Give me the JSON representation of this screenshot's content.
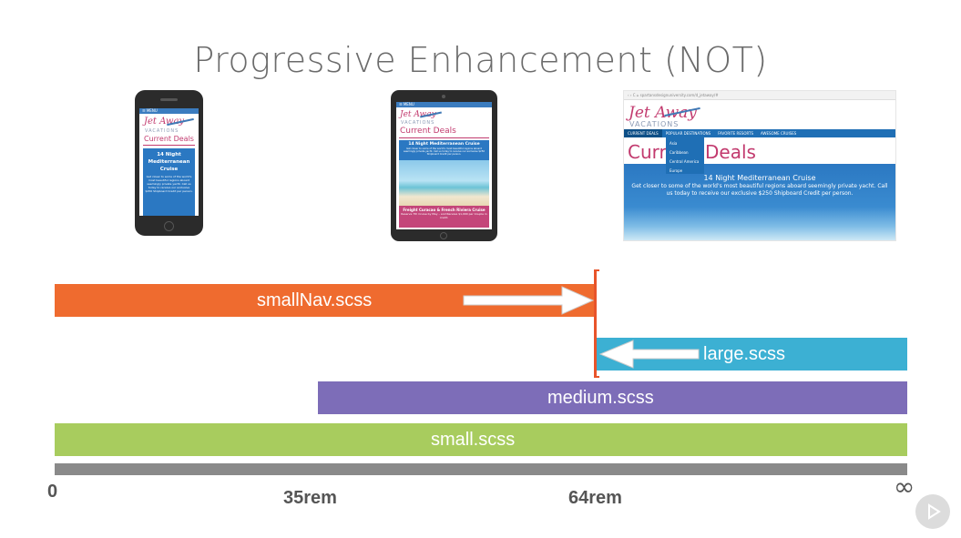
{
  "title": "Progressive Enhancement (NOT)",
  "phone": {
    "topbar": "☰ MENU",
    "logo": "Jet Away",
    "logo_sub": "VACATIONS",
    "heading": "Current Deals",
    "box_title": "14 Night Mediterranean Cruise",
    "box_text": "Get closer to some of the world's most beautiful regions aboard seemingly private yacht. Call us today to receive our exclusive $250 Shipboard Credit per person."
  },
  "tablet": {
    "topbar": "☰ MENU",
    "logo": "Jet Away",
    "logo_sub": "VACATIONS",
    "heading": "Current Deals",
    "box_title": "14 Night Mediterranean Cruise",
    "box_text": "Get closer to some of the world's most beautiful regions aboard seemingly private yacht. Call us today to receive our exclusive $250 Shipboard Credit per person.",
    "pink_title": "Freight Curacao & French Riviera Cruise",
    "pink_text": "Reserve 7th Cruise by May – and Receive $1,000 per Couple in credit."
  },
  "desktop": {
    "url": "spartansdesignuniversity.com/d_jetaway/#",
    "logo": "Jet Away",
    "logo_sub": "VACATIONS",
    "nav": [
      "CURRENT DEALS",
      "POPULAR DESTINATIONS",
      "FAVORITE RESORTS",
      "AWESOME CRUISES"
    ],
    "dropdown": [
      "Asia",
      "Caribbean",
      "Central America",
      "Europe"
    ],
    "heading_left": "Curr",
    "heading_right": "Deals",
    "box_title": "14 Night Mediterranean Cruise",
    "box_text": "Get closer to some of the world's most beautiful regions aboard seemingly private yacht. Call us today to receive our exclusive $250 Shipboard Credit per person."
  },
  "bars": {
    "small_nav": "smallNav.scss",
    "large": "large.scss",
    "medium": "medium.scss",
    "small": "small.scss"
  },
  "axis": {
    "start": "0",
    "mid1": "35rem",
    "mid2": "64rem",
    "end": "∞"
  },
  "colors": {
    "small_nav": "#ef6b2f",
    "large": "#3cb0d3",
    "medium": "#7d6db8",
    "small": "#a8cc5e",
    "axis": "#8a8a8a",
    "marker": "#e8542a"
  },
  "icons": {
    "play": "play-icon"
  }
}
